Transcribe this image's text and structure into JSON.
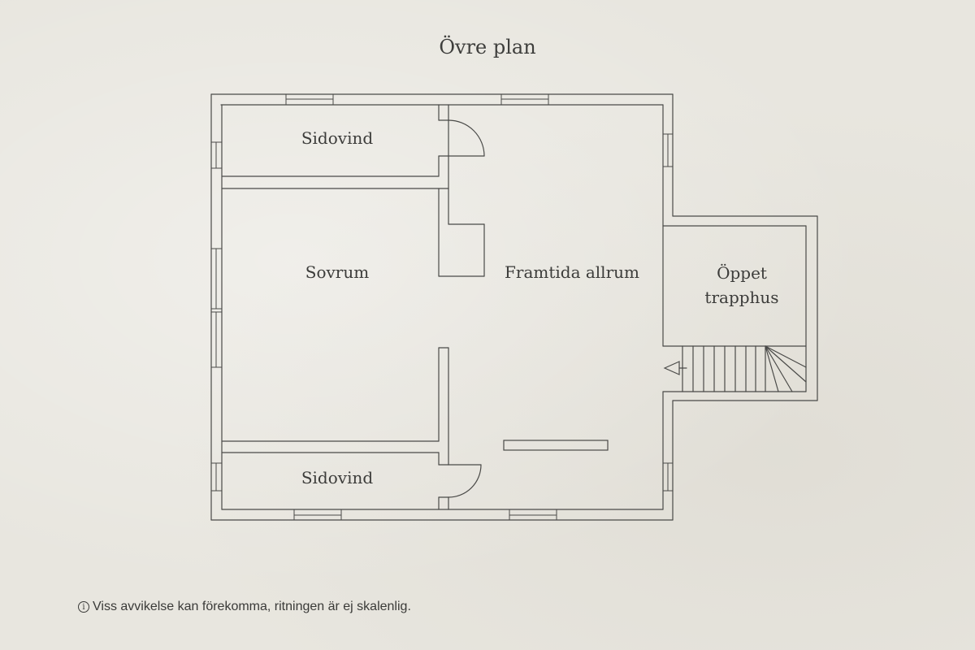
{
  "title": "Övre plan",
  "rooms": {
    "top_side": "Sidovind",
    "bedroom": "Sovrum",
    "living": "Framtida allrum",
    "stair_line1": "Öppet",
    "stair_line2": "trapphus",
    "bottom_side": "Sidovind"
  },
  "disclaimer": {
    "icon": "info-icon",
    "text": "Viss avvikelse kan förekomma, ritningen är ej skalenlig."
  }
}
